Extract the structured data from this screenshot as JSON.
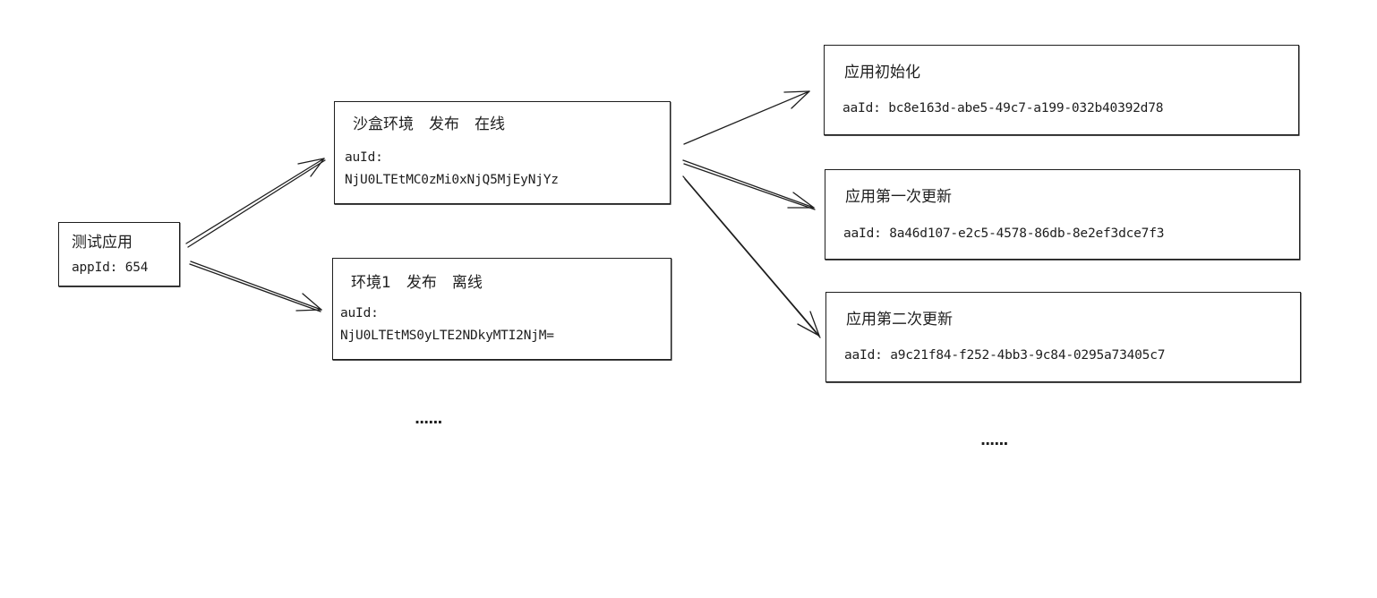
{
  "app": {
    "title": "测试应用",
    "id_label": "appId:",
    "id_value": "654"
  },
  "environments": [
    {
      "title": "沙盒环境　发布　在线",
      "id_label": "auId:",
      "id_value": "NjU0LTEtMC0zMi0xNjQ5MjEyNjYz"
    },
    {
      "title": "环境1　发布　离线",
      "id_label": "auId:",
      "id_value": "NjU0LTEtMS0yLTE2NDkyMTI2NjM="
    }
  ],
  "versions": [
    {
      "title": "应用初始化",
      "id_label": "aaId:",
      "id_value": "bc8e163d-abe5-49c7-a199-032b40392d78"
    },
    {
      "title": "应用第一次更新",
      "id_label": "aaId:",
      "id_value": "8a46d107-e2c5-4578-86db-8e2ef3dce7f3"
    },
    {
      "title": "应用第二次更新",
      "id_label": "aaId:",
      "id_value": "a9c21f84-f252-4bb3-9c84-0295a73405c7"
    }
  ],
  "ellipsis_environments": "......",
  "ellipsis_versions": "......",
  "colors": {
    "stroke": "#1e1e1e",
    "background": "#ffffff"
  }
}
